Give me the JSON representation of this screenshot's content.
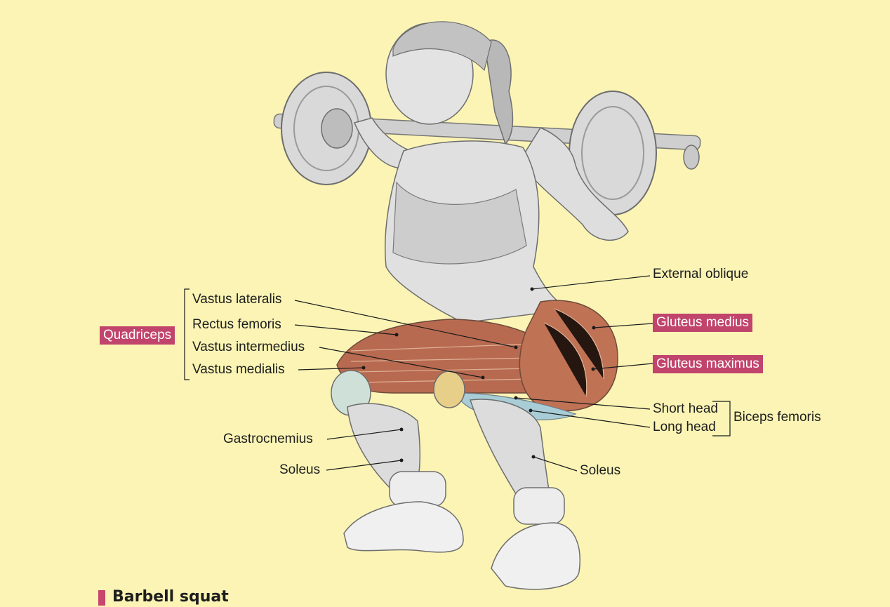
{
  "groups": {
    "quadriceps": "Quadriceps",
    "biceps_femoris": "Biceps femoris"
  },
  "labels": {
    "vastus_lateralis": "Vastus lateralis",
    "rectus_femoris": "Rectus femoris",
    "vastus_intermedius": "Vastus intermedius",
    "vastus_medialis": "Vastus medialis",
    "gastrocnemius": "Gastrocnemius",
    "soleus_left": "Soleus",
    "external_oblique": "External oblique",
    "gluteus_medius": "Gluteus medius",
    "gluteus_maximus": "Gluteus maximus",
    "short_head": "Short head",
    "long_head": "Long head",
    "soleus_right": "Soleus"
  },
  "caption": "Barbell squat",
  "colors": {
    "background": "#fbf4b5",
    "highlight": "#c1446c",
    "caption_bar": "#c8456d"
  },
  "illustration": "woman-performing-barbell-squat-with-muscles-highlighted"
}
